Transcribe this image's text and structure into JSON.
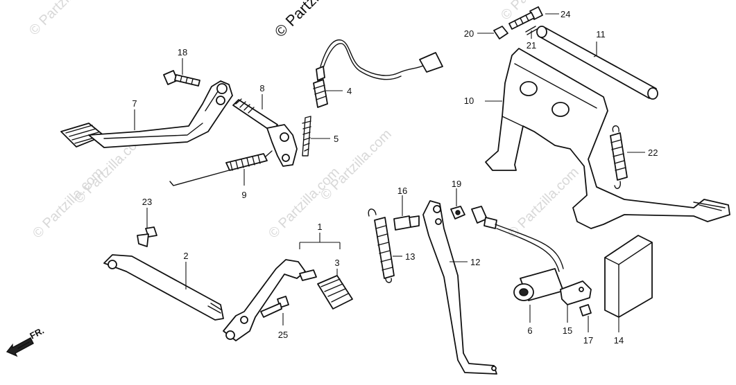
{
  "watermark": {
    "text": "© Partzilla.com",
    "top_text": "© Partzi"
  },
  "direction_marker": {
    "label": "FR."
  },
  "callouts": {
    "n1": "1",
    "n2": "2",
    "n3": "3",
    "n4": "4",
    "n5": "5",
    "n6": "6",
    "n7": "7",
    "n8": "8",
    "n9": "9",
    "n10": "10",
    "n11": "11",
    "n12": "12",
    "n13": "13",
    "n14": "14",
    "n15": "15",
    "n16": "16",
    "n17": "17",
    "n18": "18",
    "n19": "19",
    "n20": "20",
    "n21": "21",
    "n22": "22",
    "n23": "23",
    "n24": "24",
    "n25": "25"
  }
}
